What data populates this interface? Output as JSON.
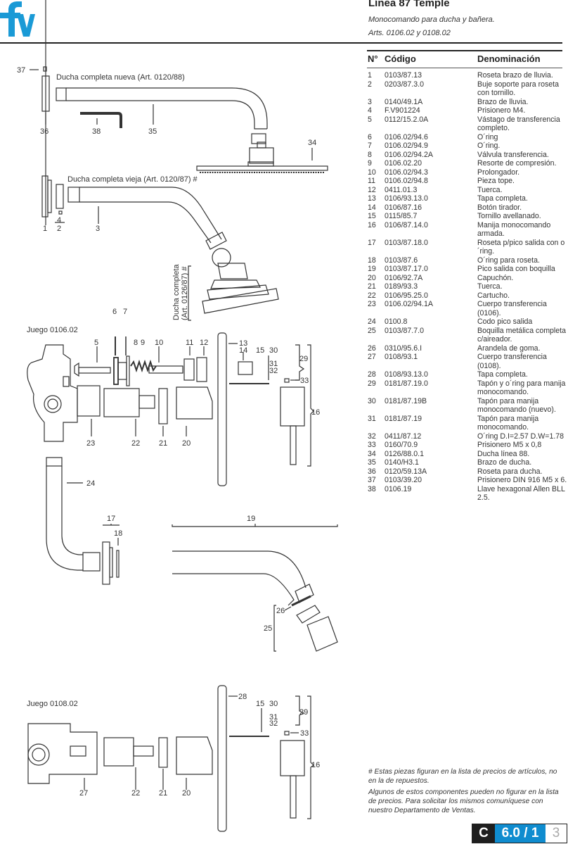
{
  "brand": {
    "logo_text": "fv",
    "logo_color": "#1a9ad6"
  },
  "header": {
    "title": "Línea 87 Temple",
    "subtitle": "Monocomando para ducha y bañera.",
    "articles": "Arts. 0106.02 y 0108.02"
  },
  "parts_table": {
    "columns": [
      "N°",
      "Código",
      "Denominación"
    ],
    "rows": [
      {
        "n": "1",
        "code": "0103/87.13",
        "desc": "Roseta brazo de lluvia."
      },
      {
        "n": "2",
        "code": "0203/87.3.0",
        "desc": "Buje soporte para roseta con tornillo."
      },
      {
        "n": "3",
        "code": "0140/49.1A",
        "desc": "Brazo de lluvia."
      },
      {
        "n": "4",
        "code": "F.V901224",
        "desc": "Prisionero M4."
      },
      {
        "n": "5",
        "code": "0112/15.2.0A",
        "desc": "Vástago de transferencia completo."
      },
      {
        "n": "6",
        "code": "0106.02/94.6",
        "desc": "O´ring"
      },
      {
        "n": "7",
        "code": "0106.02/94.9",
        "desc": "O´ring."
      },
      {
        "n": "8",
        "code": "0106.02/94.2A",
        "desc": "Válvula transferencia."
      },
      {
        "n": "9",
        "code": "0106.02.20",
        "desc": "Resorte de compresión."
      },
      {
        "n": "10",
        "code": "0106.02/94.3",
        "desc": "Prolongador."
      },
      {
        "n": "11",
        "code": "0106.02/94.8",
        "desc": "Pieza tope."
      },
      {
        "n": "12",
        "code": "0411.01.3",
        "desc": "Tuerca."
      },
      {
        "n": "13",
        "code": "0106/93.13.0",
        "desc": "Tapa completa."
      },
      {
        "n": "14",
        "code": "0106/87.16",
        "desc": "Botón tirador."
      },
      {
        "n": "15",
        "code": "0115/85.7",
        "desc": "Tornillo avellanado."
      },
      {
        "n": "16",
        "code": "0106/87.14.0",
        "desc": "Manija monocomando armada."
      },
      {
        "n": "17",
        "code": "0103/87.18.0",
        "desc": "Roseta p/pico salida con o´ring."
      },
      {
        "n": "18",
        "code": "0103/87.6",
        "desc": "O´ring para roseta."
      },
      {
        "n": "19",
        "code": "0103/87.17.0",
        "desc": "Pico salida con boquilla"
      },
      {
        "n": "20",
        "code": "0106/92.7A",
        "desc": "Capuchón."
      },
      {
        "n": "21",
        "code": "0189/93.3",
        "desc": "Tuerca."
      },
      {
        "n": "22",
        "code": "0106/95.25.0",
        "desc": "Cartucho."
      },
      {
        "n": "23",
        "code": "0106.02/94.1A",
        "desc": "Cuerpo transferencia (0106)."
      },
      {
        "n": "24",
        "code": "0100.8",
        "desc": "Codo pico salida"
      },
      {
        "n": "25",
        "code": "0103/87.7.0",
        "desc": "Boquilla metálica completa c/aireador."
      },
      {
        "n": "26",
        "code": "0310/95.6.I",
        "desc": "Arandela de goma."
      },
      {
        "n": "27",
        "code": "0108/93.1",
        "desc": "Cuerpo transferencia (0108)."
      },
      {
        "n": "28",
        "code": "0108/93.13.0",
        "desc": "Tapa completa."
      },
      {
        "n": "29",
        "code": "0181/87.19.0",
        "desc": "Tapón y o´ring para manija monocomando."
      },
      {
        "n": "30",
        "code": "0181/87.19B",
        "desc": "Tapón para manija monocomando (nuevo)."
      },
      {
        "n": "31",
        "code": "0181/87.19",
        "desc": "Tapón para manija monocomando."
      },
      {
        "n": "32",
        "code": "0411/87.12",
        "desc": "O´ring D.I=2.57 D.W=1.78"
      },
      {
        "n": "33",
        "code": "0160/70.9",
        "desc": "Prisionero M5 x 0,8"
      },
      {
        "n": "34",
        "code": "0126/88.0.1",
        "desc": "Ducha línea 88."
      },
      {
        "n": "35",
        "code": "0140/H3.1",
        "desc": "Brazo de ducha."
      },
      {
        "n": "36",
        "code": "0120/59.13A",
        "desc": "Roseta para ducha."
      },
      {
        "n": "37",
        "code": "0103/39.20",
        "desc": "Prisionero DIN 916 M5 x 6."
      },
      {
        "n": "38",
        "code": "0106.19",
        "desc": "Llave hexagonal Allen BLL 2.5."
      }
    ]
  },
  "diagram": {
    "captions": {
      "new_shower": "Ducha completa nueva (Art. 0120/88)",
      "old_shower": "Ducha completa vieja (Art. 0120/87) #",
      "shower_head_line1": "Ducha completa",
      "shower_head_line2": "(Art. 0126/87) #",
      "kit_0106": "Juego 0106.02",
      "kit_0108": "Juego 0108.02"
    },
    "callouts": [
      "1",
      "2",
      "3",
      "4",
      "5",
      "6",
      "7",
      "8",
      "9",
      "10",
      "11",
      "12",
      "13",
      "14",
      "15",
      "16",
      "17",
      "18",
      "19",
      "20",
      "21",
      "22",
      "23",
      "24",
      "25",
      "26",
      "27",
      "28",
      "29",
      "30",
      "31",
      "32",
      "33",
      "34",
      "35",
      "36",
      "37",
      "38"
    ]
  },
  "notes": {
    "note1": "# Estas piezas figuran en la lista de precios de artículos, no en la de repuestos.",
    "note2": "Algunos de estos componentes pueden no figurar en la lista de precios. Para solicitar los mismos comuníquese con nuestro Departamento de Ventas."
  },
  "page_badge": {
    "section": "C",
    "page": "6.0 / 1",
    "sheet": "3",
    "accent": "#0f8ccf"
  }
}
